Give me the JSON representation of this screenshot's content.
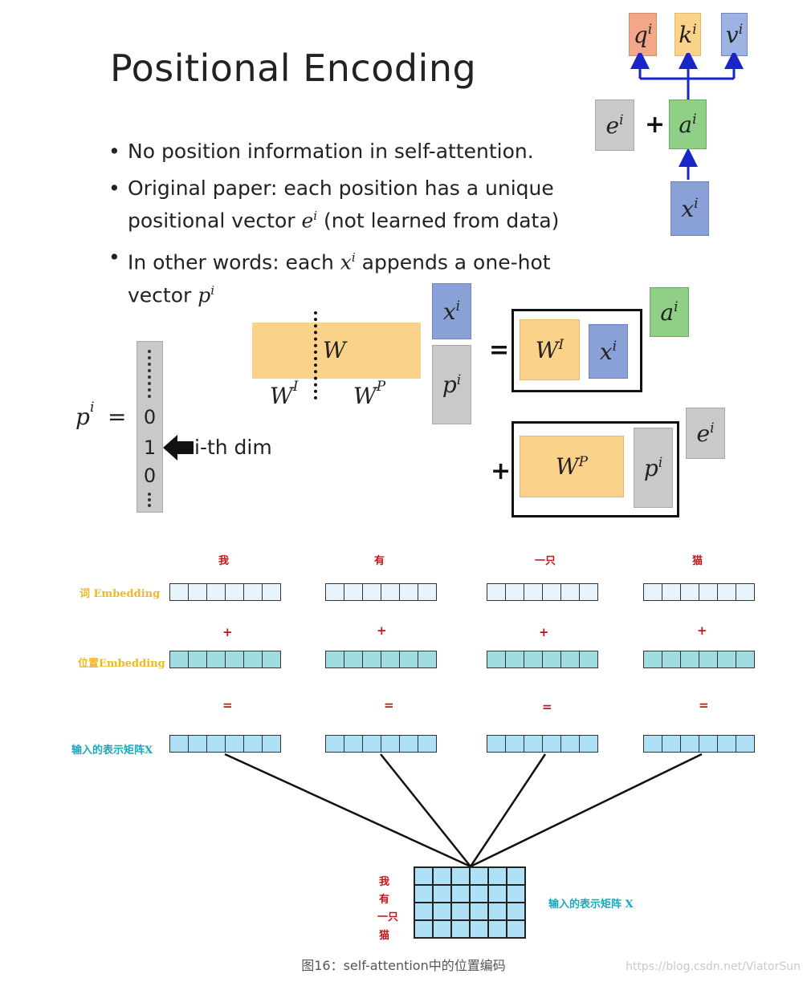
{
  "slide": {
    "title": "Positional Encoding",
    "bullets": [
      {
        "pre": "No position information in self-attention.",
        "math": "",
        "post": ""
      },
      {
        "pre": "Original paper: each position has a unique",
        "line2pre": "positional vector ",
        "math": "e",
        "sup": "i",
        "post": " (not learned from data)"
      },
      {
        "pre": "In other words: each ",
        "math": "x",
        "sup": "i",
        "post": " appends a one-hot",
        "line2pre": "vector ",
        "line2math": "p",
        "line2sup": "i"
      }
    ]
  },
  "top_right_diagram": {
    "q": {
      "base": "q",
      "sup": "i"
    },
    "k": {
      "base": "k",
      "sup": "i"
    },
    "v": {
      "base": "v",
      "sup": "i"
    },
    "e": {
      "base": "e",
      "sup": "i"
    },
    "plus": "+",
    "a": {
      "base": "a",
      "sup": "i"
    },
    "x": {
      "base": "x",
      "sup": "i"
    }
  },
  "onehot": {
    "lhs_base": "p",
    "lhs_sup": "i",
    "equals": "=",
    "dots_top": "⋮\n⋮",
    "values": [
      "0",
      "1",
      "0"
    ],
    "dots_bottom": "⋮",
    "pointer_label": "i-th dim"
  },
  "matrix_diagram": {
    "W": "W",
    "WI": {
      "base": "W",
      "sup": "I"
    },
    "WP": {
      "base": "W",
      "sup": "P"
    },
    "x": {
      "base": "x",
      "sup": "i"
    },
    "p": {
      "base": "p",
      "sup": "i"
    },
    "equals": "=",
    "plus": "+",
    "a": {
      "base": "a",
      "sup": "i"
    },
    "e": {
      "base": "e",
      "sup": "i"
    }
  },
  "embedding_figure": {
    "words": [
      "我",
      "有",
      "一只",
      "猫"
    ],
    "row_labels": {
      "word": "词 Embedding",
      "position": "位置Embedding",
      "input": "输入的表示矩阵X"
    },
    "plus": "+",
    "equals": "=",
    "colors": {
      "word_vec": "#e7f4fb",
      "pos_vec": "#9fdde0",
      "input_vec": "#aee1f6"
    },
    "matrix_row_labels": [
      "我",
      "有",
      "一只",
      "猫"
    ],
    "matrix_label": "输入的表示矩阵 X"
  },
  "caption": "图16：self-attention中的位置编码",
  "watermark": "https://blog.csdn.net/ViatorSun"
}
